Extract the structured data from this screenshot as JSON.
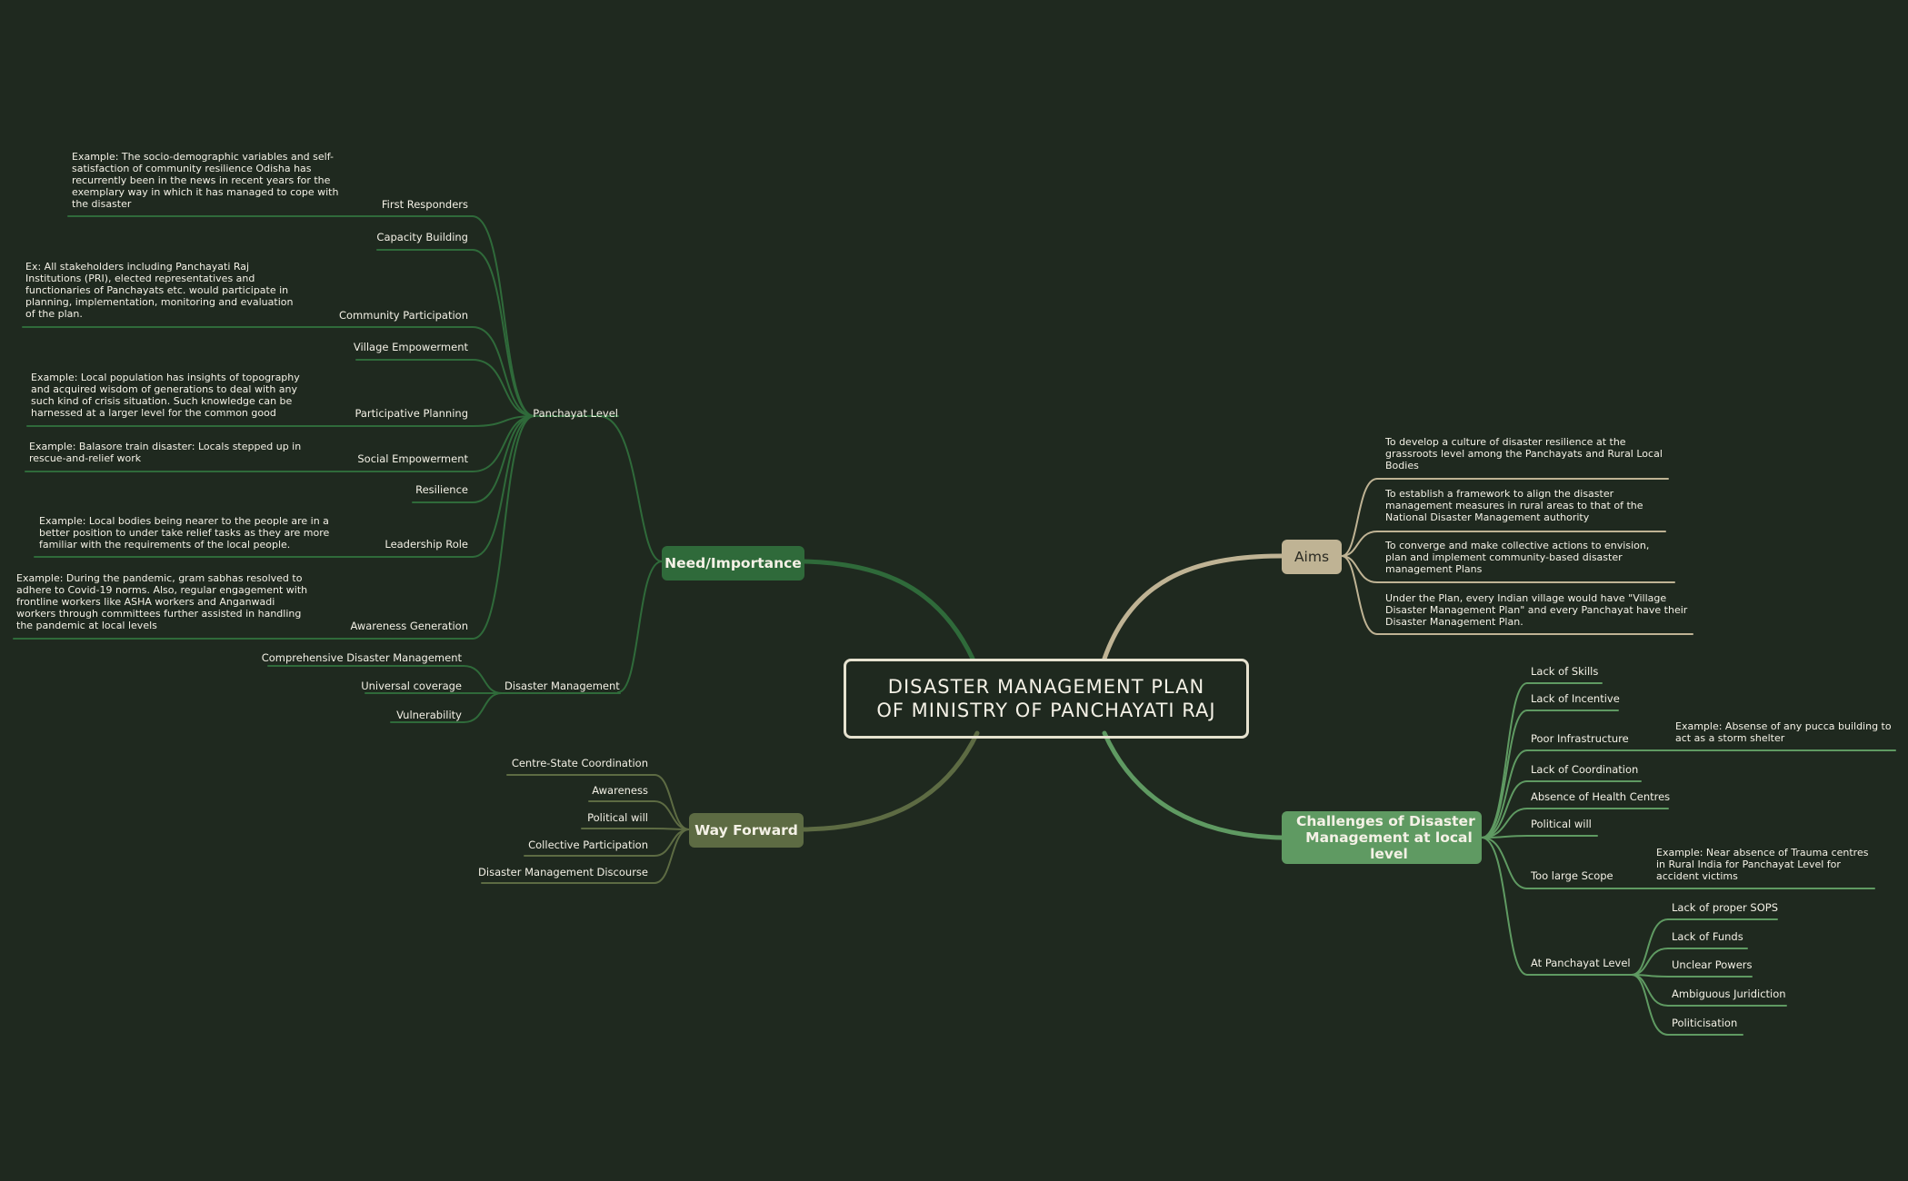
{
  "central": {
    "line1": "DISASTER MANAGEMENT PLAN",
    "line2": "OF MINISTRY OF PANCHAYATI RAJ"
  },
  "colors": {
    "background": "#1f291f",
    "need": "#2f6a3a",
    "aims": "#bfb394",
    "challenges": "#5f9a62",
    "way_forward": "#5d6b43"
  },
  "need": {
    "title": "Need/Importance",
    "panchayat": {
      "label": "Panchayat Level",
      "items": {
        "first_responders": "First Responders",
        "capacity_building": "Capacity Building",
        "community_participation": "Community Participation",
        "village_empowerment": "Village Empowerment",
        "participative_planning": "Participative Planning",
        "social_empowerment": "Social Empowerment",
        "resilience": "Resilience",
        "leadership_role": "Leadership Role",
        "awareness_generation": "Awareness Generation"
      },
      "notes": {
        "first_responders": "Example: The socio-demographic variables and self-satisfaction of community resilience Odisha has recurrently been in the news in recent years for the exemplary way in which it has managed to cope with the disaster",
        "community_participation": "Ex: All stakeholders including Panchayati Raj Institutions  (PRI), elected representatives and functionaries of Panchayats etc. would participate in planning, implementation, monitoring and evaluation of the plan.",
        "participative_planning": "Example: Local population has insights of topography and acquired wisdom of generations to deal with any such kind of crisis situation. Such knowledge can be harnessed at a larger level for the common good",
        "social_empowerment": "Example: Balasore train disaster: Locals stepped up in rescue-and-relief work",
        "leadership_role": "Example: Local bodies being nearer to the people are in a better position to under take relief tasks as they are more familiar with the requirements of the local people.",
        "awareness_generation": "Example: During the pandemic, gram sabhas resolved to adhere to Covid-19 norms. Also, regular engagement with frontline workers like ASHA workers and Anganwadi workers through committees further assisted in handling the pandemic at local levels"
      }
    },
    "disaster_mgmt": {
      "label": "Disaster Management",
      "items": {
        "comprehensive": "Comprehensive Disaster Management",
        "universal": "Universal coverage",
        "vulnerability": "Vulnerability"
      }
    }
  },
  "way_forward": {
    "title": "Way Forward",
    "items": {
      "centre_state": "Centre-State Coordination",
      "awareness": "Awareness",
      "political_will": "Political will",
      "collective": "Collective Participation",
      "discourse": "Disaster Management Discourse"
    }
  },
  "aims": {
    "title": "Aims",
    "items": {
      "a1": "To develop a culture of disaster resilience at the grassroots level among the Panchayats and Rural Local Bodies",
      "a2": "To establish a framework to align the disaster management measures in rural areas to that of the National Disaster Management authority",
      "a3": "To converge and make collective actions to envision, plan and implement community-based disaster management Plans",
      "a4": "Under the Plan, every Indian village would have \"Village Disaster Management Plan\" and every Panchayat have their Disaster Management Plan."
    }
  },
  "challenges": {
    "title_line1": "Challenges of Disaster",
    "title_line2": "Management at local level",
    "items": {
      "skills": "Lack of Skills",
      "incentive": "Lack of Incentive",
      "infrastructure": "Poor Infrastructure",
      "coordination": "Lack of Coordination",
      "health": "Absence of Health Centres",
      "political": "Political will",
      "scope": "Too large Scope",
      "panchayat": "At Panchayat Level"
    },
    "notes": {
      "infrastructure": "Example: Absense of any pucca building to act as a storm shelter",
      "scope": "Example: Near absence of Trauma centres in Rural India for Panchayat Level for accident victims"
    },
    "panchayat_items": {
      "sops": "Lack of proper SOPS",
      "funds": "Lack of Funds",
      "powers": "Unclear Powers",
      "juridiction": "Ambiguous Juridiction",
      "politicisation": "Politicisation"
    }
  }
}
